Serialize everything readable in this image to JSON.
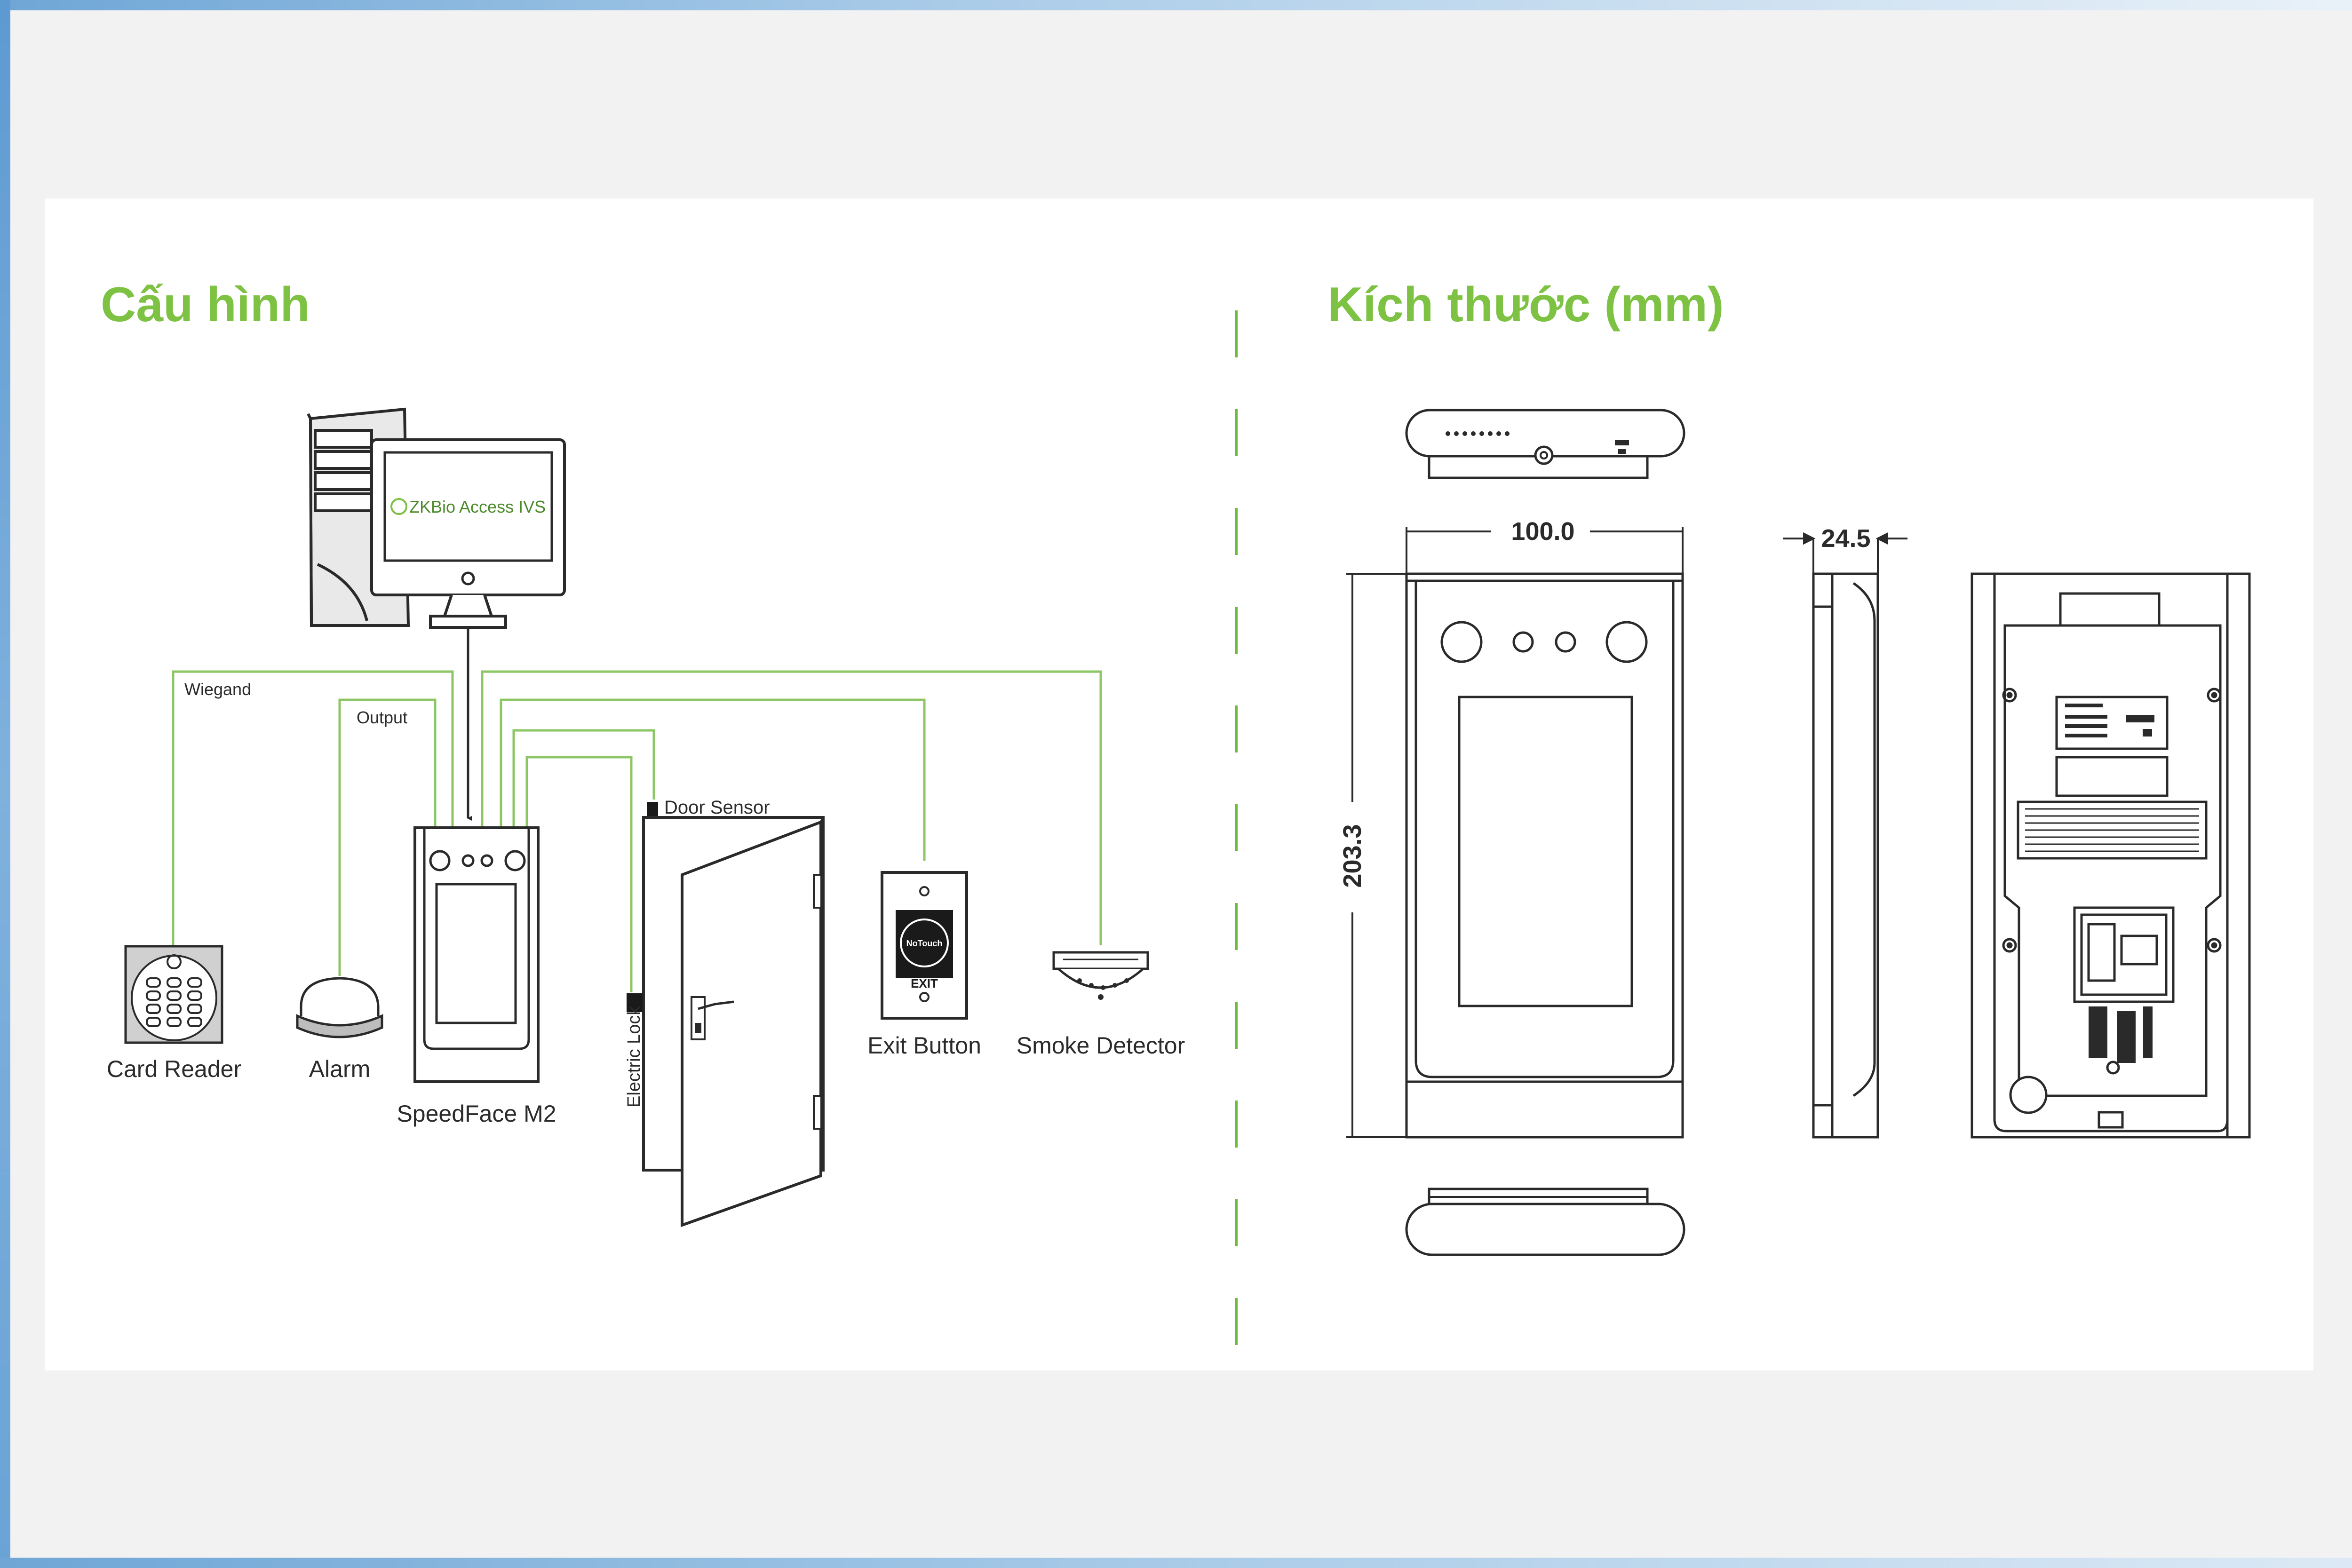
{
  "config_section": {
    "title": "Cấu hình",
    "software_logo": "ZKBio Access IVS",
    "line_labels": {
      "wiegand": "Wiegand",
      "output": "Output"
    },
    "devices": {
      "card_reader": "Card Reader",
      "alarm": "Alarm",
      "speedface": "SpeedFace M2",
      "door_sensor": "Door Sensor",
      "electric_lock": "Electric Lock",
      "exit_button": "Exit Button",
      "exit_button_text": "EXIT",
      "exit_button_inner": "NoTouch",
      "smoke_detector": "Smoke Detector"
    }
  },
  "dimension_section": {
    "title": "Kích thước (mm)",
    "width_mm": "100.0",
    "depth_mm": "24.5",
    "height_mm": "203.3"
  },
  "colors": {
    "accent_green": "#7dc243",
    "line_green": "#8cc665",
    "divider_green": "#6fba3a",
    "drawing_stroke": "#2a2a2a"
  }
}
